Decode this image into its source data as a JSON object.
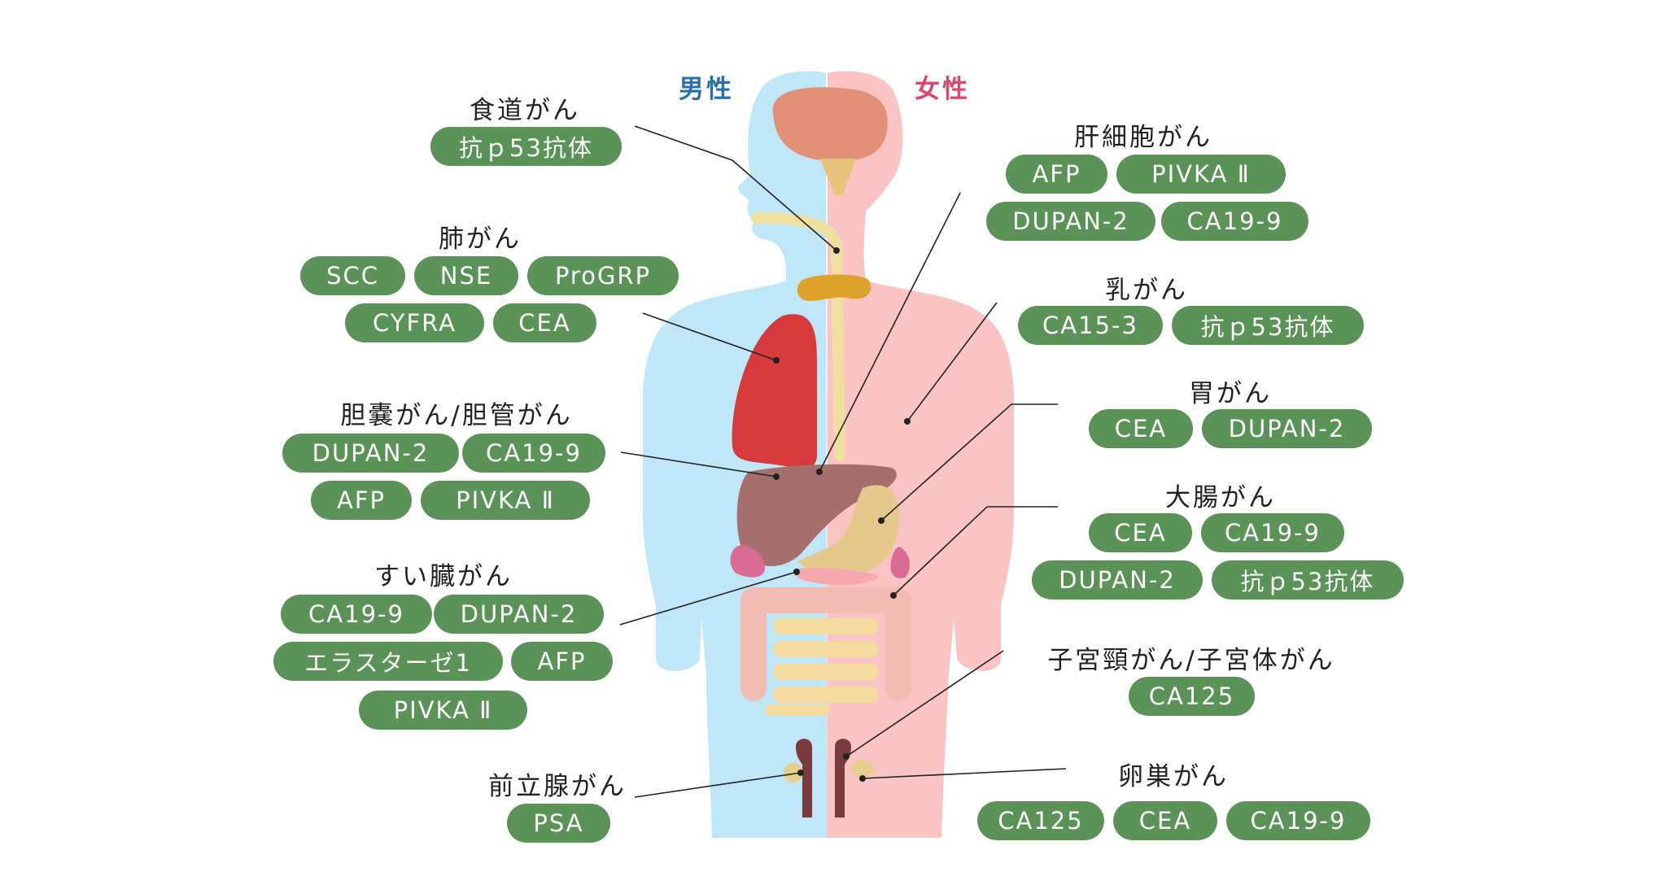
{
  "gender_labels": {
    "male": "男性",
    "female": "女性",
    "male_color": "#2a6fa8",
    "female_color": "#d9476a"
  },
  "colors": {
    "pill": "#5a9257",
    "male_body": "#bfe7f7",
    "female_body": "#fbc4c4",
    "leader_line": "#222222"
  },
  "groups": [
    {
      "title": "食道がん",
      "markers": [
        "抗ｐ53抗体"
      ]
    },
    {
      "title": "肺がん",
      "markers": [
        "SCC",
        "NSE",
        "ProGRP",
        "CYFRA",
        "CEA"
      ]
    },
    {
      "title": "胆嚢がん/胆管がん",
      "markers": [
        "DUPAN-2",
        "CA19-9",
        "AFP",
        "PIVKA Ⅱ"
      ]
    },
    {
      "title": "すい臓がん",
      "markers": [
        "CA19-9",
        "DUPAN-2",
        "エラスターゼ1",
        "AFP",
        "PIVKA Ⅱ"
      ]
    },
    {
      "title": "前立腺がん",
      "markers": [
        "PSA"
      ]
    },
    {
      "title": "肝細胞がん",
      "markers": [
        "AFP",
        "PIVKA Ⅱ",
        "DUPAN-2",
        "CA19-9"
      ]
    },
    {
      "title": "乳がん",
      "markers": [
        "CA15-3",
        "抗ｐ53抗体"
      ]
    },
    {
      "title": "胃がん",
      "markers": [
        "CEA",
        "DUPAN-2"
      ]
    },
    {
      "title": "大腸がん",
      "markers": [
        "CEA",
        "CA19-9",
        "DUPAN-2",
        "抗ｐ53抗体"
      ]
    },
    {
      "title": "子宮頸がん/子宮体がん",
      "markers": [
        "CA125"
      ]
    },
    {
      "title": "卵巣がん",
      "markers": [
        "CA125",
        "CEA",
        "CA19-9"
      ]
    }
  ]
}
